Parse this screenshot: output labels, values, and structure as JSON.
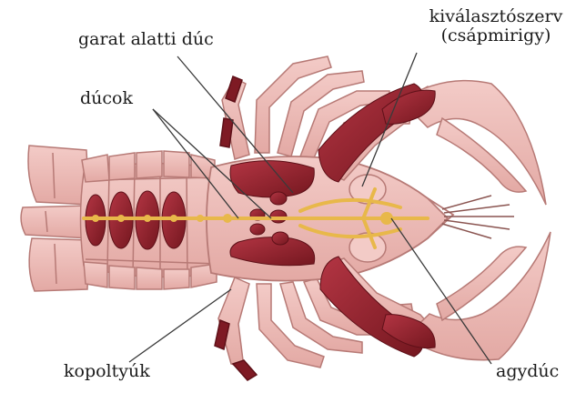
{
  "labels": {
    "pharynx_ganglion": "garat alatti dúc",
    "ganglia": "dúcok",
    "excretory_line1": "kiválasztószerv",
    "excretory_line2": "(csápmirigy)",
    "gills": "kopoltyúk",
    "brain_ganglion": "agydúc"
  },
  "colors": {
    "shell": "#ecb8b4",
    "shell_dark": "#d99a96",
    "outline": "#b77a76",
    "muscle": "#9a2430",
    "muscle_dark": "#6e1520",
    "nerve": "#e8b84a",
    "leader": "#3a3a3a"
  }
}
